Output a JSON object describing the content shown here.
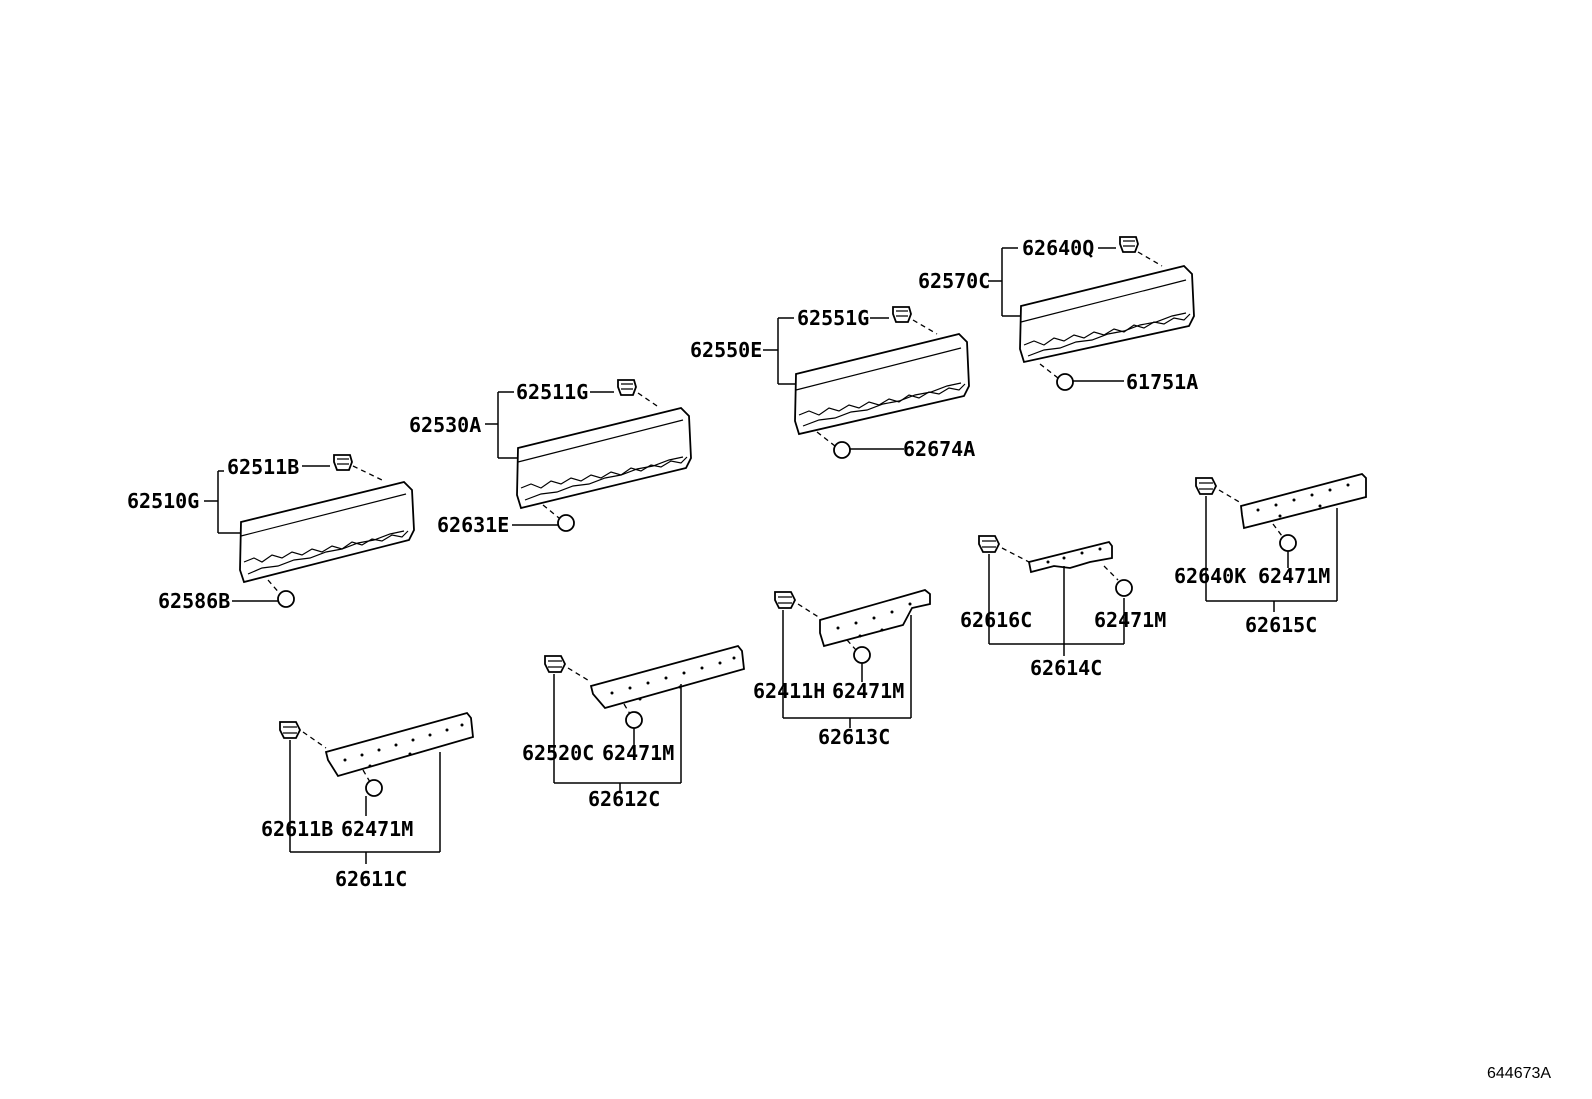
{
  "diagram_code": "644673A",
  "moldings": [
    {
      "main": "62510G",
      "clip": "62511B",
      "bolt": "62586B"
    },
    {
      "main": "62530A",
      "clip": "62511G",
      "bolt": "62631E"
    },
    {
      "main": "62550E",
      "clip": "62551G",
      "bolt": "62674A"
    },
    {
      "main": "62570C",
      "clip": "62640Q",
      "bolt": "61751A"
    }
  ],
  "brackets": [
    {
      "assembly": "62611C",
      "clip": "62611B",
      "nut": "62471M"
    },
    {
      "assembly": "62612C",
      "clip": "62520C",
      "nut": "62471M"
    },
    {
      "assembly": "62613C",
      "clip": "62411H",
      "nut": "62471M"
    },
    {
      "assembly": "62614C",
      "clip": "62616C",
      "nut": "62471M"
    },
    {
      "assembly": "62615C",
      "clip": "62640K",
      "nut": "62471M"
    }
  ]
}
